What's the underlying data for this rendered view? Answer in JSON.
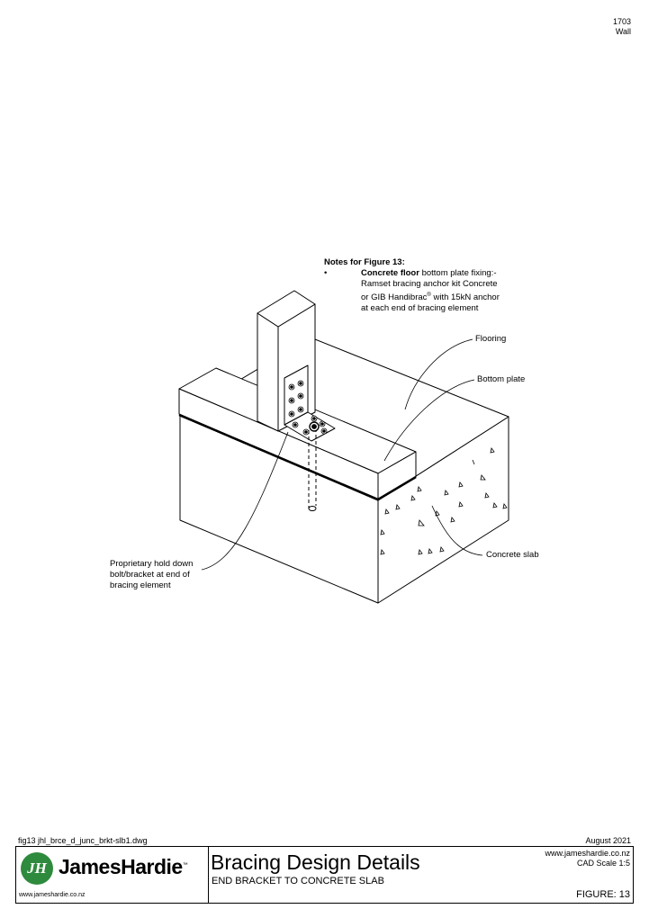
{
  "header": {
    "doc_number": "1703",
    "section": "Wall"
  },
  "notes": {
    "title": "Notes for Figure 13:",
    "bullet": "•",
    "line1_bold": "Concrete floor",
    "line1_rest": " bottom plate fixing:-",
    "line2": "Ramset bracing anchor kit Concrete",
    "line3_pre": "or GIB Handibrac",
    "line3_sup": "®",
    "line3_post": " with 15kN anchor",
    "line4": "at each end of bracing element"
  },
  "labels": {
    "flooring": "Flooring",
    "bottom_plate": "Bottom plate",
    "concrete_slab": "Concrete slab",
    "hold_down_1": "Proprietary hold down",
    "hold_down_2": "bolt/bracket at end of",
    "hold_down_3": "bracing element"
  },
  "title_block": {
    "filename": "fig13 jhl_brce_d_junc_brkt-slb1.dwg",
    "date": "August 2021",
    "brand": "JamesHardie",
    "trademark": "™",
    "logo_letters": "JH",
    "brand_url": "www.jameshardie.co.nz",
    "title": "Bracing Design Details",
    "subtitle": "END BRACKET TO CONCRETE SLAB",
    "website": "www.jameshardie.co.nz",
    "scale": "CAD Scale 1:5",
    "figure": "FIGURE: 13"
  },
  "colors": {
    "logo_green": "#2e8a3c",
    "ink": "#000000"
  }
}
